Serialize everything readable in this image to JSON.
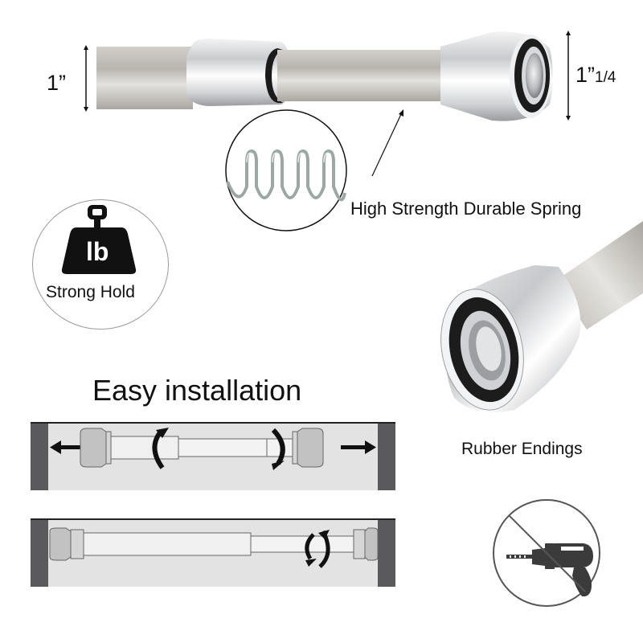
{
  "top_rod": {
    "left_dimension": "1”",
    "right_dimension_main": "1”",
    "right_dimension_fraction": "1/4"
  },
  "spring_callout": {
    "label": "High Strength Durable Spring"
  },
  "strong_hold_badge": {
    "icon_text": "lb",
    "label": "Strong Hold"
  },
  "rubber_end": {
    "label": "Rubber Endings"
  },
  "installation": {
    "title": "Easy installation",
    "step1_arrows": [
      "arrow-left",
      "arrow-right"
    ],
    "step1_rotation": [
      "rotate-ccw",
      "rotate-cw"
    ],
    "step2_rotation": [
      "rotate-twist"
    ]
  },
  "no_drill_badge": {
    "icon": "no-drill-icon"
  },
  "colors": {
    "text": "#111111",
    "rod_satin": "#c4c0bb",
    "chrome": "#e6e7e9",
    "rubber": "#1e1e1e",
    "wall": "#5a5a5c",
    "panel_bg": "#e3e3e3",
    "badge_stroke": "#555555"
  }
}
